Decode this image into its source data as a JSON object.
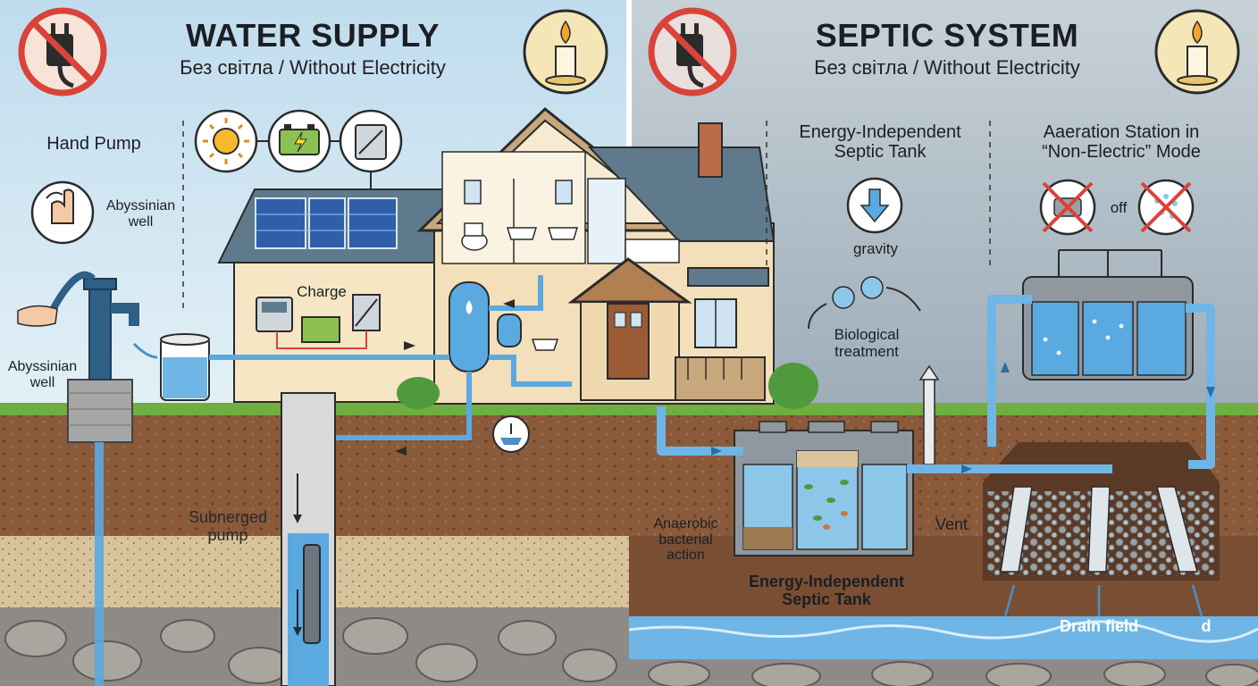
{
  "left": {
    "title": "WATER SUPPLY",
    "subtitle": "Без світла / Without Electricity",
    "hand_pump": "Hand Pump",
    "abyssinian_well_1": "Abyssinian\nwell",
    "abyssinian_well_2": "Abyssinian\nwell",
    "charge": "Charge",
    "submerged_pump": "Subnerged\npump",
    "icons": [
      "no-plug-icon",
      "candle-icon",
      "sun-icon",
      "battery-icon",
      "inverter-icon",
      "hand-press-icon",
      "faucet-icon"
    ]
  },
  "right": {
    "title": "SEPTIC SYSTEM",
    "subtitle": "Без світла / Without Electricity",
    "energy_independent_head": "Energy-Independent\nSeptic Tank",
    "gravity": "gravity",
    "biological_treatment": "Biological\ntreatment",
    "aeration_head": "Aaeration Station in\n“Non-Electric” Mode",
    "off": "off",
    "vent": "Vent",
    "anaerobic": "Anaerobic\nbacterial\naction",
    "energy_independent_bottom": "Energy-Independent\nSeptic Tank",
    "drain_field": "Drain field",
    "drain_field_cut": "d",
    "icons": [
      "no-plug-icon",
      "candle-icon",
      "down-arrow-icon",
      "crossed-compressor-icon",
      "crossed-aerator-icon"
    ]
  },
  "colors": {
    "left_sky": "#cfe6f3",
    "right_sky": "#aebdc8",
    "water": "#5aa9e0",
    "grass": "#6fae3f",
    "soil": "#8a5a3b",
    "no_sign": "#d9433a",
    "candle_bg": "#f5e6b8"
  }
}
